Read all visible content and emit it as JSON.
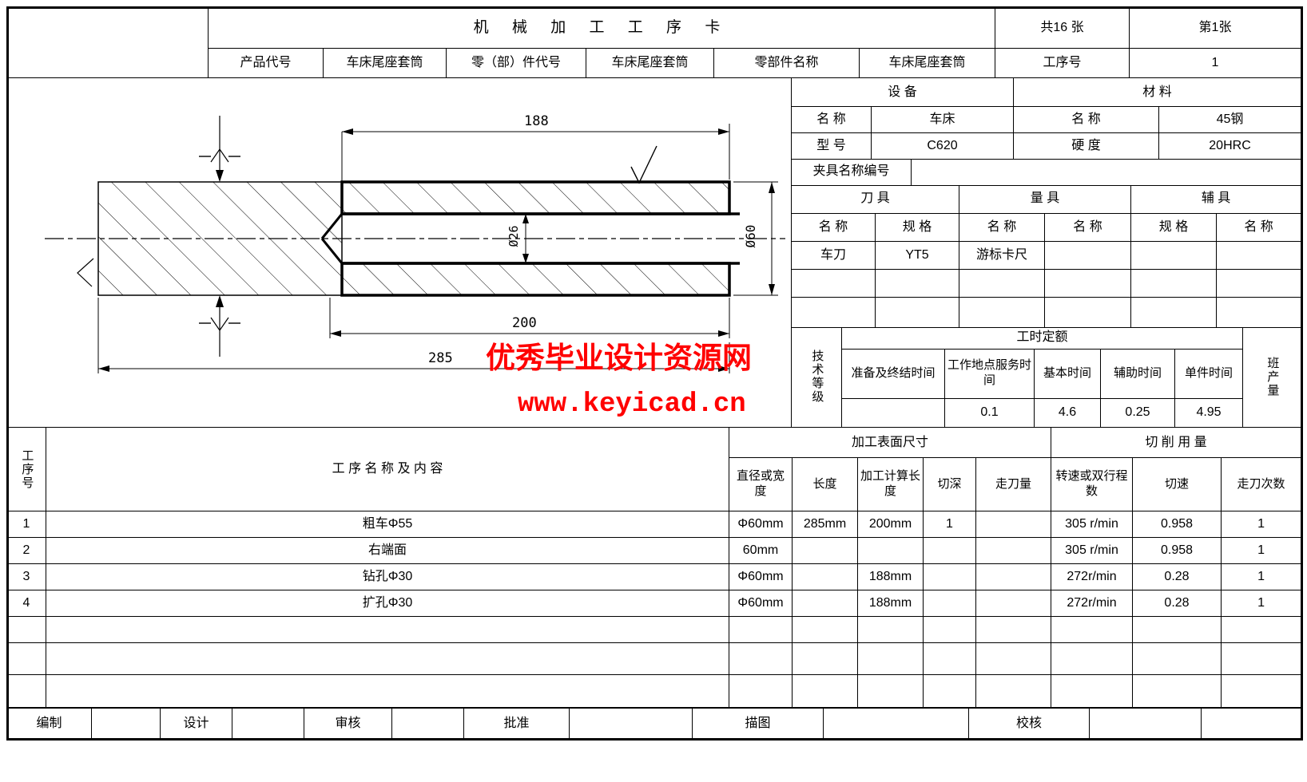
{
  "header": {
    "title": "机 械 加 工 工 序 卡",
    "total_sheets": "共16 张",
    "sheet_no": "第1张",
    "product_code_label": "产品代号",
    "product_code": "车床尾座套筒",
    "part_code_label": "零（部）件代号",
    "part_code": "车床尾座套筒",
    "part_name_label": "零部件名称",
    "part_name": "车床尾座套筒",
    "process_no_label": "工序号",
    "process_no": "1"
  },
  "equipment": {
    "section_label": "设    备",
    "material_label": "材    料",
    "name_label": "名 称",
    "name_value": "车床",
    "material_name_label": "名 称",
    "material_name_value": "45钢",
    "model_label": "型 号",
    "model_value": "C620",
    "hardness_label": "硬 度",
    "hardness_value": "20HRC",
    "fixture_label": "夹具名称编号",
    "fixture_value": ""
  },
  "tools": {
    "tool_group_label": "刀  具",
    "measure_group_label": "量  具",
    "aux_group_label": "辅  具",
    "headers": [
      "名 称",
      "规 格",
      "名 称",
      "名 称",
      "规 格",
      "名 称"
    ],
    "rows": [
      [
        "车刀",
        "YT5",
        "游标卡尺",
        "",
        "",
        ""
      ],
      [
        "",
        "",
        "",
        "",
        "",
        ""
      ],
      [
        "",
        "",
        "",
        "",
        "",
        ""
      ]
    ]
  },
  "time_quota": {
    "tech_grade_label": "技术等级",
    "quota_label": "工时定额",
    "headers": [
      "准备及终结时间",
      "工作地点服务时间",
      "基本时间",
      "辅助时间",
      "单件时间"
    ],
    "values": [
      "",
      "0.1",
      "4.6",
      "0.25",
      "4.95"
    ],
    "shift_output_label": "班产量"
  },
  "process_table": {
    "no_label": "工序号",
    "name_label": "工 序 名 称 及 内 容",
    "surface_group_label": "加工表面尺寸",
    "cutting_group_label": "切 削 用 量",
    "col_headers": [
      "直径或宽度",
      "长度",
      "加工计算长度",
      "切深",
      "走刀量",
      "转速或双行程数",
      "切速",
      "走刀次数"
    ],
    "rows": [
      {
        "no": "1",
        "name": "粗车Φ55",
        "cells": [
          "Φ60mm",
          "285mm",
          "200mm",
          "1",
          "",
          "305 r/min",
          "0.958",
          "1"
        ]
      },
      {
        "no": "2",
        "name": "右端面",
        "cells": [
          "60mm",
          "",
          "",
          "",
          "",
          "305 r/min",
          "0.958",
          "1"
        ]
      },
      {
        "no": "3",
        "name": "钻孔Φ30",
        "cells": [
          "Φ60mm",
          "",
          "188mm",
          "",
          "",
          "272r/min",
          "0.28",
          "1"
        ]
      },
      {
        "no": "4",
        "name": "扩孔Φ30",
        "cells": [
          "Φ60mm",
          "",
          "188mm",
          "",
          "",
          "272r/min",
          "0.28",
          "1"
        ]
      }
    ]
  },
  "footer": {
    "compile_label": "编制",
    "design_label": "设计",
    "review_label": "审核",
    "approve_label": "批准",
    "trace_label": "描图",
    "check_label": "校核"
  },
  "drawing": {
    "dim_bore_depth": "188",
    "dim_bore_dia": "Ø26",
    "dim_outer_dia": "Ø60",
    "dim_step_length": "200",
    "dim_total_length": "285"
  },
  "watermark": {
    "line1": "优秀毕业设计资源网",
    "line2": "www.keyicad.cn",
    "color": "#ff0000"
  }
}
